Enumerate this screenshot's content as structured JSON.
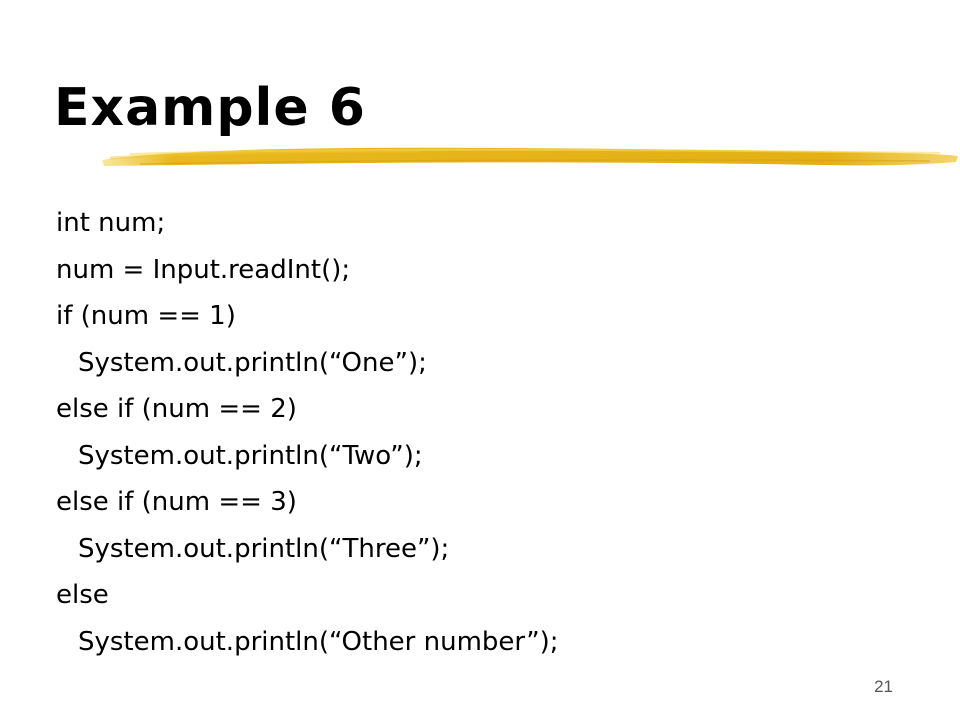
{
  "slide": {
    "title": "Example 6",
    "accent_color": "#E8B81E",
    "code_lines": [
      {
        "text": "int num;",
        "indent": false
      },
      {
        "text": "num = Input.readInt();",
        "indent": false
      },
      {
        "text": "if (num == 1)",
        "indent": false
      },
      {
        "text": "System.out.println(“One”);",
        "indent": true
      },
      {
        "text": "else if (num == 2)",
        "indent": false
      },
      {
        "text": "System.out.println(“Two”);",
        "indent": true
      },
      {
        "text": "else if (num == 3)",
        "indent": false
      },
      {
        "text": "System.out.println(“Three”);",
        "indent": true
      },
      {
        "text": "else",
        "indent": false
      },
      {
        "text": "System.out.println(“Other number”);",
        "indent": true
      }
    ],
    "page_number": "21"
  }
}
